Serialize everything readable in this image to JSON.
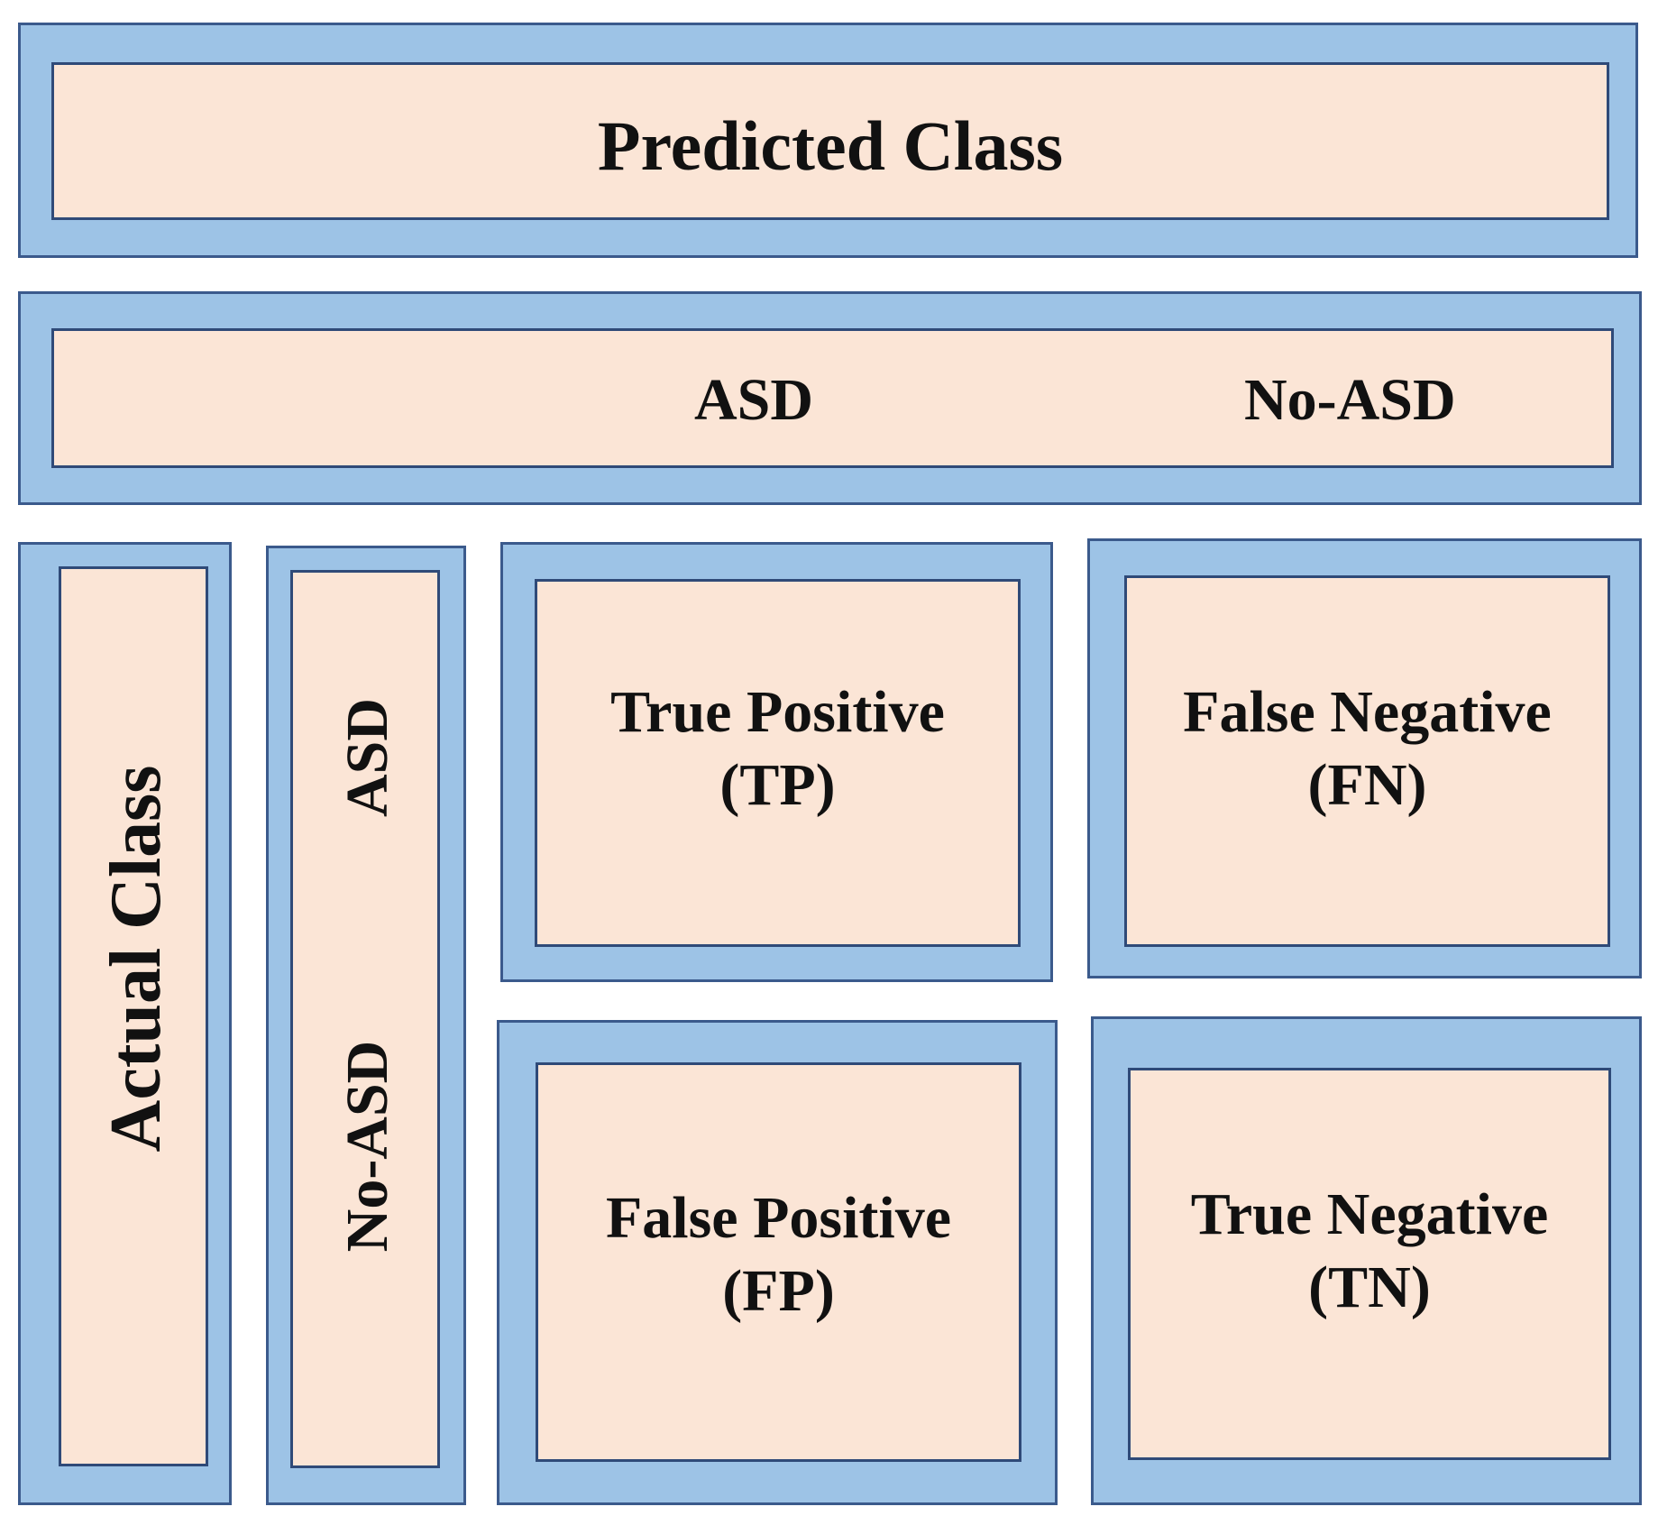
{
  "header": {
    "predicted_class": "Predicted Class"
  },
  "predicted_labels": {
    "positive": "ASD",
    "negative": "No-ASD"
  },
  "actual": {
    "title": "Actual Class",
    "positive": "ASD",
    "negative": "No-ASD"
  },
  "cells": {
    "tp": {
      "line1": "True Positive",
      "line2": "(TP)"
    },
    "fn": {
      "line1": "False Negative",
      "line2": "(FN)"
    },
    "fp": {
      "line1": "False Positive",
      "line2": "(FP)"
    },
    "tn": {
      "line1": "True Negative",
      "line2": "(TN)"
    }
  },
  "colors": {
    "outer_fill": "#9dc3e6",
    "inner_fill": "#fbe5d6",
    "border": "#2f4a78",
    "text": "#111111"
  }
}
